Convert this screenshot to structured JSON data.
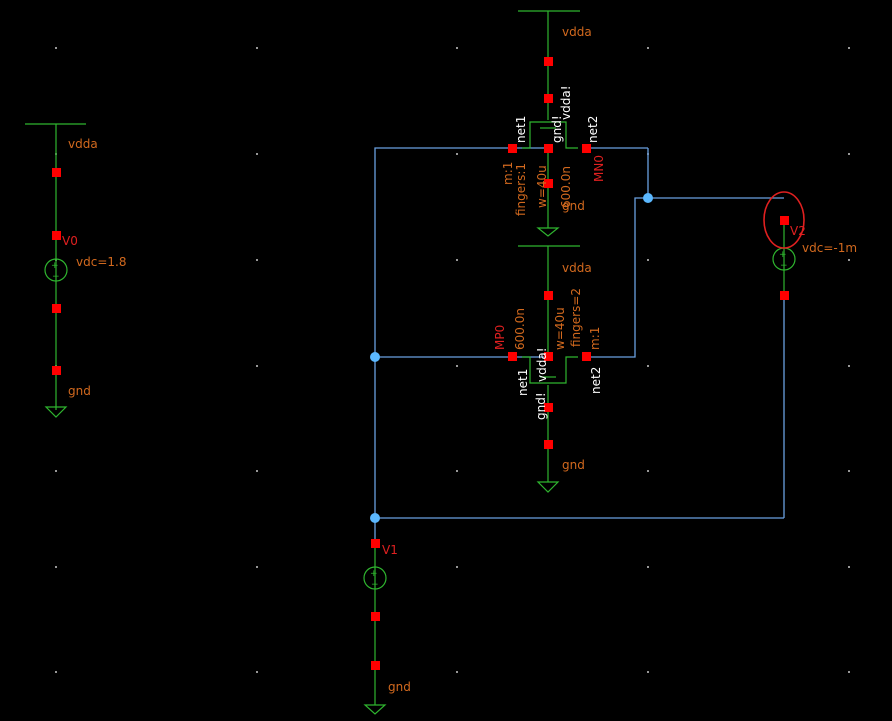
{
  "colors": {
    "background": "#000000",
    "wire": "#6aa0e0",
    "symbol": "#2fb52f",
    "pin": "#ff0000",
    "label": "#d2691e",
    "net_text": "#ffffff",
    "junction": "#5bb8ff",
    "instance": "#e02020",
    "grid_dot": "#c8c8c8"
  },
  "labels": {
    "vdda_v0": "vdda",
    "v0_name": "V0",
    "v0_param": "vdc=1.8",
    "gnd_v0": "gnd",
    "vdda_top": "vdda",
    "mn0_bulk": "vdda!",
    "mn0_net1": "net1",
    "mn0_gnd": "gnd!",
    "mn0_net2": "net2",
    "mn0_m": "m:1",
    "mn0_fingers": "fingers:1",
    "mn0_w": "w=40u",
    "mn0_l": "600.0n",
    "mn0_name": "MN0",
    "mn0_gndsym": "gnd",
    "vdda_mp0": "vdda",
    "mp0_name": "MP0",
    "mp0_l": "600.0n",
    "mp0_w": "w=40u",
    "mp0_fingers": "fingers=2",
    "mp0_m": "m:1",
    "mp0_bulk": "vdda!",
    "mp0_net1": "net1",
    "mp0_gnd": "gnd!",
    "mp0_net2": "net2",
    "gnd_mp0": "gnd",
    "v2_name": "V2",
    "v2_param": "vdc=-1m",
    "v1_name": "V1",
    "gnd_v1": "gnd"
  }
}
